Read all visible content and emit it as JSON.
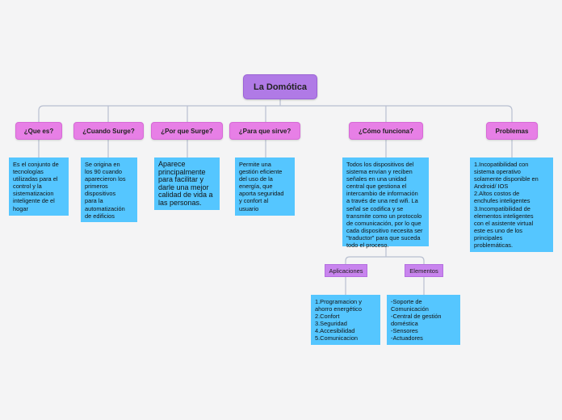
{
  "title": "La Domótica",
  "topics": [
    {
      "label": "¿Que es?",
      "content": "Es el conjunto de\ntecnologías\nutilizadas para el\ncontrol y la\nsistematizacion\ninteligente de el\nhogar"
    },
    {
      "label": "¿Cuando Surge?",
      "content": "Se origina en\nlos 90 cuando\naparecieron los\nprimeros\ndispositivos\npara la\nautomatización\nde edificios"
    },
    {
      "label": "¿Por que Surge?",
      "content": "Aparece\nprincipalmente\npara facilitar y\ndarle una mejor\ncalidad de vida a\nlas personas."
    },
    {
      "label": "¿Para que sirve?",
      "content": "Permite una\ngestión eficiente\ndel uso de la\nenergía, que\naporta seguridad\ny confort al\nusuario"
    },
    {
      "label": "¿Cómo funciona?",
      "content": "Todos los dispositivos del\nsistema envían y reciben\nseñales en una unidad\ncentral que gestiona el\nintercambio de información\na través de una red wifi. La\nseñal se codifica y se\ntransmite como un protocolo\nde comunicación, por lo que\ncada dispositivo necesita ser\n\"traductor\" para que suceda\ntodo el proceso."
    },
    {
      "label": "Problemas",
      "content": "1.Incopatibilidad con\nsistema operativo\nsolamente disponible en\nAndroid/ IOS\n2.Altos costos de\nenchufes inteligentes\n3.Incompatibilidad de\nelementos inteligentes\ncon el asistente virtual\neste es uno de los\nprincipales\nproblemáticas."
    }
  ],
  "subtopics": [
    {
      "label": "Aplicaciones",
      "content": "1.Programacion y\nahorro energético\n2.Confort\n3.Seguridad\n4.Accesibilidad\n5.Comunicacion"
    },
    {
      "label": "Elementos",
      "content": "-Soporte de\nComunicación\n-Central de gestión\ndoméstica\n-Sensores\n-Actuadores"
    }
  ],
  "colors": {
    "root": "#b07ae6",
    "topic": "#e77fe6",
    "subtopic": "#c884ee",
    "content": "#55c6ff",
    "connector": "#b8bfd0"
  }
}
